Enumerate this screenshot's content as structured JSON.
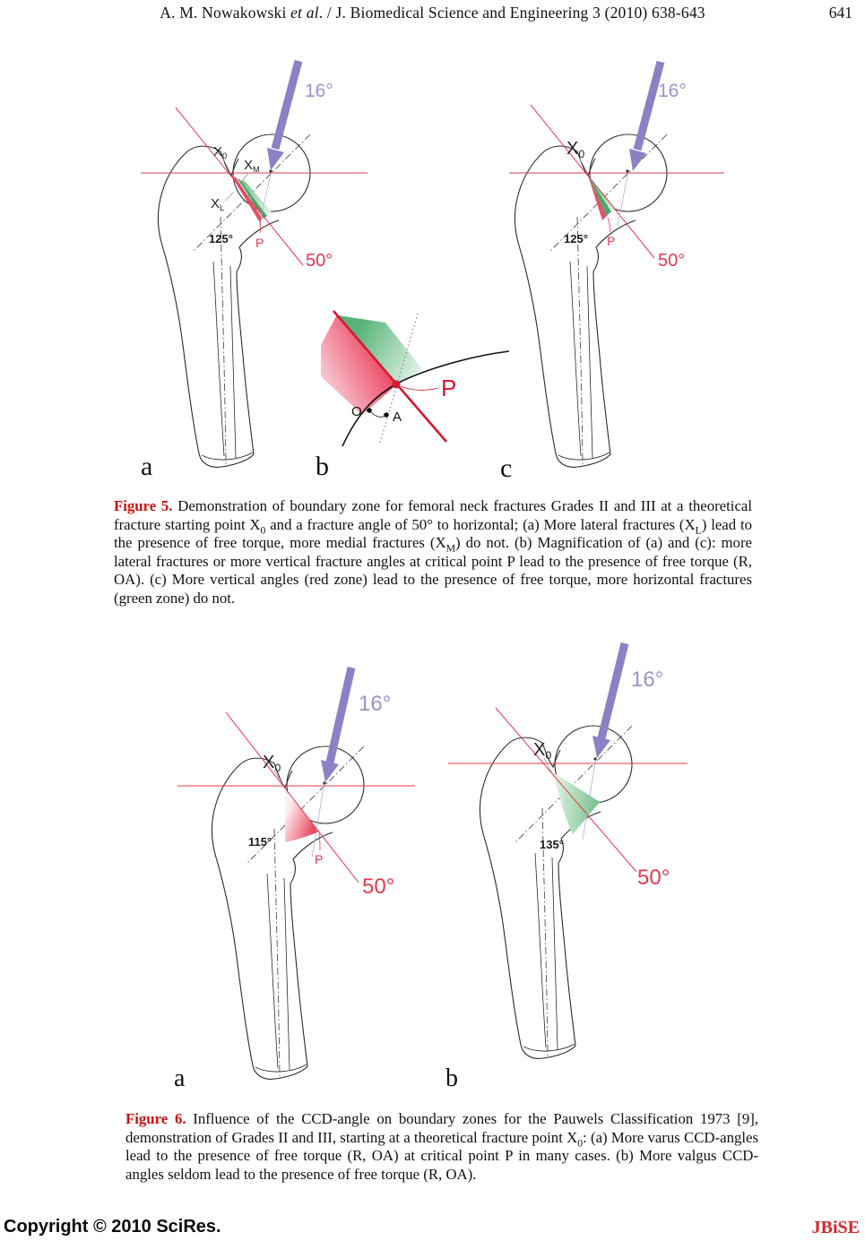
{
  "header": {
    "title_pre": "A. M. Nowakowski ",
    "title_italic": "et al",
    "title_post": ". / J. Biomedical Science and Engineering 3 (2010) 638-643",
    "page_number": "641"
  },
  "colors": {
    "red_line": "#e23a4e",
    "deep_red": "#d6182f",
    "purple_arrow": "#8a82c4",
    "purple_text": "#9a93cd",
    "green_zone": "#4aa967",
    "pink_zone": "#ec415c",
    "caption_label_red": "#cc1111",
    "journal_red": "#d6262c"
  },
  "fig5": {
    "load_angle": "16°",
    "fracture_angle": "50°",
    "ccd_angle": "125°",
    "x_label": "X",
    "x0_sub": "0",
    "xm_sub": "M",
    "xl_sub": "L",
    "p_label": "P",
    "o_label": "O",
    "a_label": "A",
    "panel_a_letter": "a",
    "panel_b_letter": "b",
    "panel_c_letter": "c",
    "caption": {
      "lead": "Figure 5.",
      "s1": " Demonstration of boundary zone for femoral neck fractures Grades II and III at a theoretical fracture starting point X",
      "sub1": "0",
      "s2": " and a fracture angle of 50° to horizontal; (a) More lateral fractures (X",
      "sub2": "L",
      "s3": ") lead to the presence of free torque, more medial fractures (X",
      "sub3": "M",
      "s4": ") do not. (b) Magnification of (a) and (c): more lateral fractures or more vertical fracture angles at critical point P lead to the presence of free torque (R, OA). (c) More vertical angles (red zone) lead to the presence of free torque, more horizontal fractures (green zone) do not."
    }
  },
  "fig6": {
    "load_angle": "16°",
    "fracture_angle": "50°",
    "ccd_a": "115°",
    "ccd_b": "135°",
    "x_label": "X",
    "x0_sub": "0",
    "p_label": "P",
    "panel_a_letter": "a",
    "panel_b_letter": "b",
    "caption": {
      "lead": "Figure 6.",
      "s1": " Influence of the CCD-angle on boundary zones for the Pauwels Classification 1973 [9], demonstration of Grades II and III, starting at a theoretical fracture point X",
      "sub1": "0",
      "s2": ": (a) More varus CCD-angles lead to the presence of free torque (R, OA) at critical point P in many cases. (b) More valgus CCD-angles seldom lead to the presence of free torque (R, OA)."
    }
  },
  "footer": {
    "copyright": "Copyright © 2010 SciRes.",
    "journal": "JBiSE"
  }
}
